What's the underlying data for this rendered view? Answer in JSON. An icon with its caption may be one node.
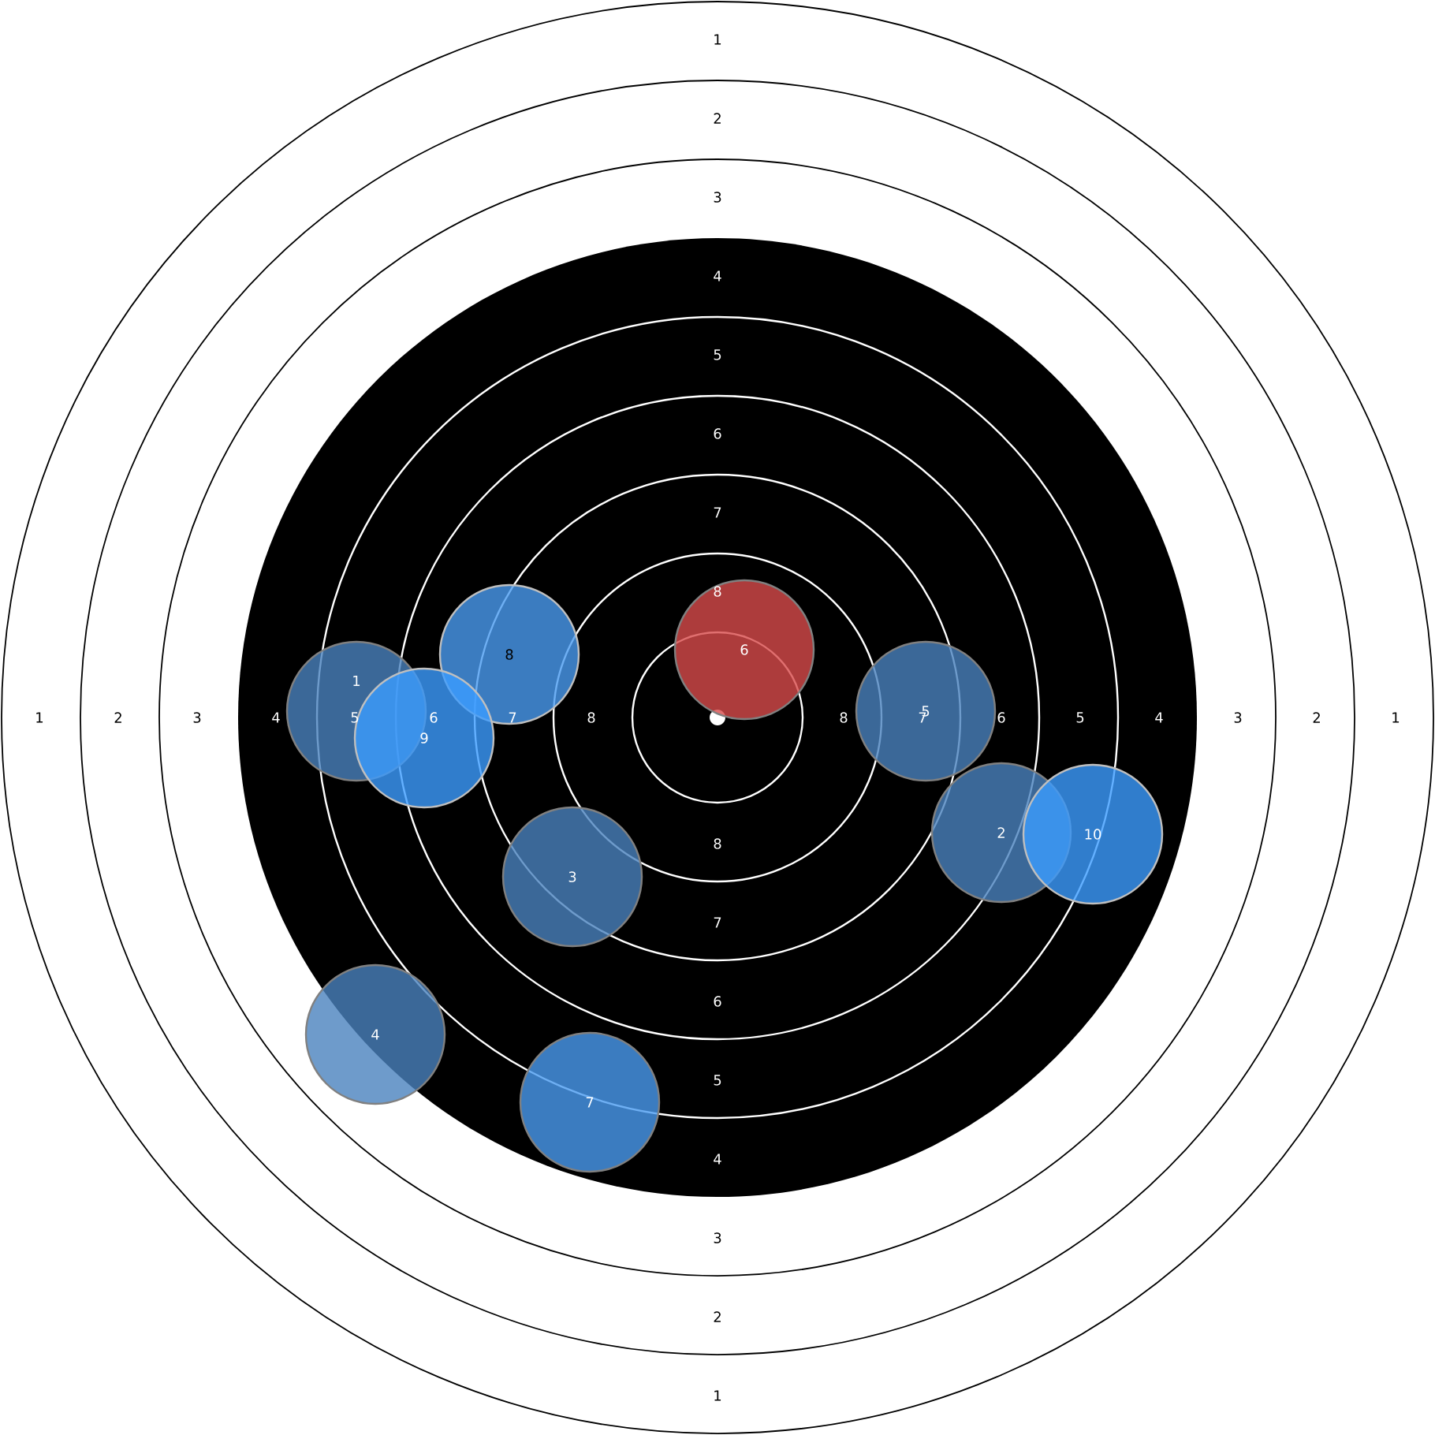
{
  "diagram": {
    "nodes": [
      {
        "text": [
          "1"
        ]
      },
      {
        "text": [
          "2"
        ]
      },
      {
        "text": [
          "3"
        ]
      },
      {
        "text": [
          "4"
        ]
      },
      {
        "text": [
          "5"
        ]
      },
      {
        "text": [
          "6"
        ]
      },
      {
        "text": [
          "7"
        ]
      },
      {
        "text": [
          "8"
        ]
      },
      {
        "text": [
          "9"
        ]
      },
      {
        "text": [
          "10"
        ]
      }
    ],
    "labels": [
      "1",
      "2",
      "3",
      "4",
      "5",
      "6",
      "7",
      "8",
      "1",
      "2",
      "3",
      "4",
      "5",
      "6",
      "7",
      "8",
      "8",
      "7",
      "6",
      "5",
      "4",
      "3",
      "2",
      "1",
      "8",
      "7",
      "6",
      "5",
      "4",
      "3",
      "2",
      "1"
    ]
  }
}
